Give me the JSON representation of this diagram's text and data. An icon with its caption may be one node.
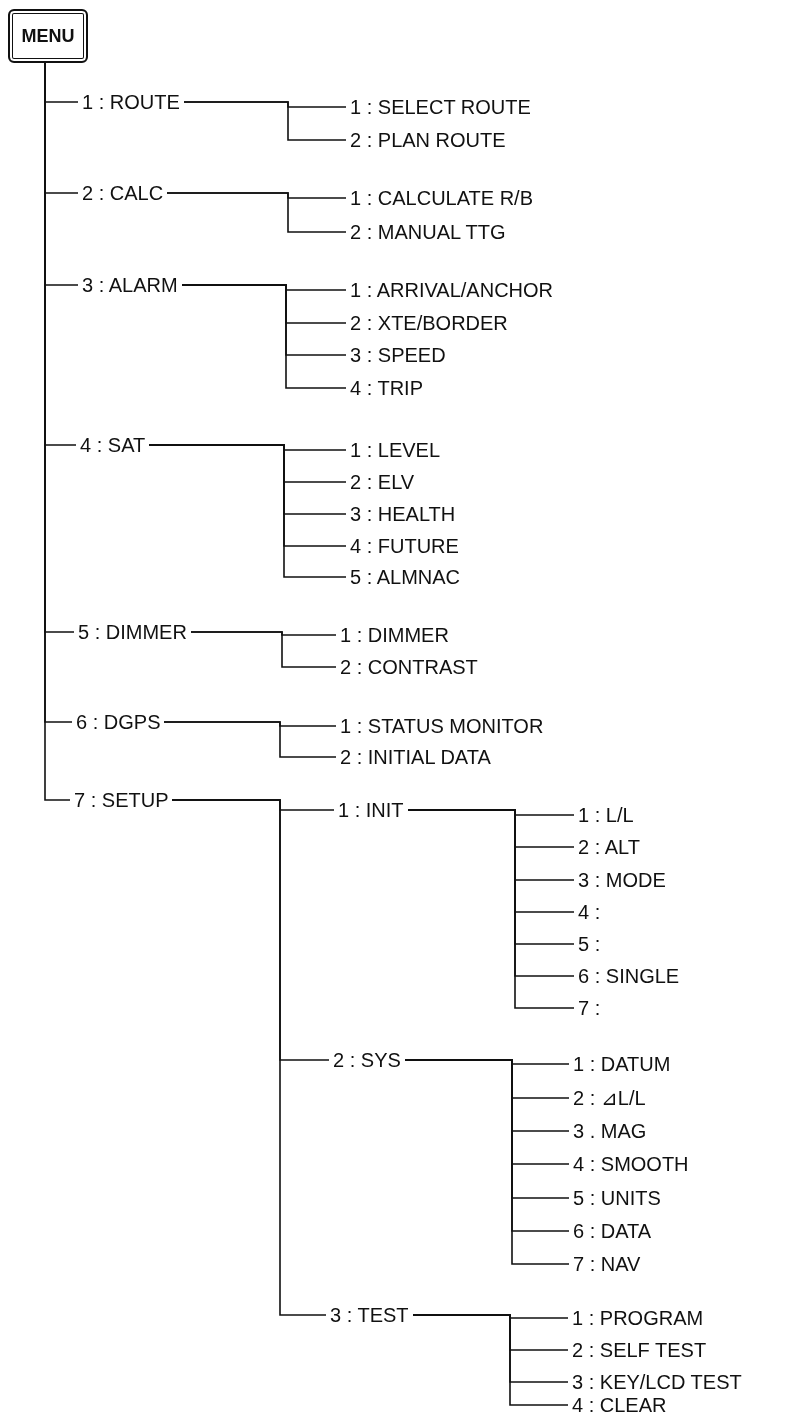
{
  "diagram": {
    "nodes": [
      {
        "text": [
          "MENU"
        ]
      },
      {
        "text": [
          "1 : ROUTE"
        ]
      },
      {
        "text": [
          "1 : SELECT ROUTE"
        ]
      },
      {
        "text": [
          "2 : PLAN ROUTE"
        ]
      },
      {
        "text": [
          "2 : CALC"
        ]
      },
      {
        "text": [
          "1 : CALCULATE R/B"
        ]
      },
      {
        "text": [
          "2 : MANUAL TTG"
        ]
      },
      {
        "text": [
          "3 : ALARM"
        ]
      },
      {
        "text": [
          "1 : ARRIVAL/ANCHOR"
        ]
      },
      {
        "text": [
          "2 : XTE/BORDER"
        ]
      },
      {
        "text": [
          "3 : SPEED"
        ]
      },
      {
        "text": [
          "4 : TRIP"
        ]
      },
      {
        "text": [
          "4 : SAT"
        ]
      },
      {
        "text": [
          "1 : LEVEL"
        ]
      },
      {
        "text": [
          "2 : ELV"
        ]
      },
      {
        "text": [
          "3 : HEALTH"
        ]
      },
      {
        "text": [
          "4 : FUTURE"
        ]
      },
      {
        "text": [
          "5 : ALMNAC"
        ]
      },
      {
        "text": [
          "5 : DIMMER"
        ]
      },
      {
        "text": [
          "1 : DIMMER"
        ]
      },
      {
        "text": [
          "2 : CONTRAST"
        ]
      },
      {
        "text": [
          "6 : DGPS"
        ]
      },
      {
        "text": [
          "1 : STATUS MONITOR"
        ]
      },
      {
        "text": [
          "2 : INITIAL DATA"
        ]
      },
      {
        "text": [
          "7 : SETUP"
        ]
      },
      {
        "text": [
          "1 : INIT"
        ]
      },
      {
        "text": [
          "1 : L/L"
        ]
      },
      {
        "text": [
          "2 : ALT"
        ]
      },
      {
        "text": [
          "3 : MODE"
        ]
      },
      {
        "text": [
          "4 :"
        ]
      },
      {
        "text": [
          "5 :"
        ]
      },
      {
        "text": [
          "6 : SINGLE"
        ]
      },
      {
        "text": [
          "7 :"
        ]
      },
      {
        "text": [
          "2 : SYS"
        ]
      },
      {
        "text": [
          "1 : DATUM"
        ]
      },
      {
        "text": [
          "2 : ⊿L/L"
        ]
      },
      {
        "text": [
          "3 . MAG"
        ]
      },
      {
        "text": [
          "4 : SMOOTH"
        ]
      },
      {
        "text": [
          "5 : UNITS"
        ]
      },
      {
        "text": [
          "6 : DATA"
        ]
      },
      {
        "text": [
          "7 : NAV"
        ]
      },
      {
        "text": [
          "3 : TEST"
        ]
      },
      {
        "text": [
          "1 : PROGRAM"
        ]
      },
      {
        "text": [
          "2 : SELF TEST"
        ]
      },
      {
        "text": [
          "3 : KEY/LCD TEST"
        ]
      },
      {
        "text": [
          "4 : CLEAR"
        ]
      }
    ],
    "edges": [
      {
        "from": 0,
        "to": 1,
        "arrow": "none"
      },
      {
        "from": 1,
        "to": 2,
        "arrow": "none"
      },
      {
        "from": 1,
        "to": 3,
        "arrow": "none"
      },
      {
        "from": 0,
        "to": 4,
        "arrow": "none"
      },
      {
        "from": 4,
        "to": 5,
        "arrow": "none"
      },
      {
        "from": 4,
        "to": 6,
        "arrow": "none"
      },
      {
        "from": 0,
        "to": 7,
        "arrow": "none"
      },
      {
        "from": 7,
        "to": 8,
        "arrow": "none"
      },
      {
        "from": 7,
        "to": 9,
        "arrow": "none"
      },
      {
        "from": 7,
        "to": 10,
        "arrow": "none"
      },
      {
        "from": 7,
        "to": 11,
        "arrow": "none"
      },
      {
        "from": 0,
        "to": 12,
        "arrow": "none"
      },
      {
        "from": 12,
        "to": 13,
        "arrow": "none"
      },
      {
        "from": 12,
        "to": 14,
        "arrow": "none"
      },
      {
        "from": 12,
        "to": 15,
        "arrow": "none"
      },
      {
        "from": 12,
        "to": 16,
        "arrow": "none"
      },
      {
        "from": 12,
        "to": 17,
        "arrow": "none"
      },
      {
        "from": 0,
        "to": 18,
        "arrow": "none"
      },
      {
        "from": 18,
        "to": 19,
        "arrow": "none"
      },
      {
        "from": 18,
        "to": 20,
        "arrow": "none"
      },
      {
        "from": 0,
        "to": 21,
        "arrow": "none"
      },
      {
        "from": 21,
        "to": 22,
        "arrow": "none"
      },
      {
        "from": 21,
        "to": 23,
        "arrow": "none"
      },
      {
        "from": 0,
        "to": 24,
        "arrow": "none"
      },
      {
        "from": 24,
        "to": 25,
        "arrow": "none"
      },
      {
        "from": 25,
        "to": 26,
        "arrow": "none"
      },
      {
        "from": 25,
        "to": 27,
        "arrow": "none"
      },
      {
        "from": 25,
        "to": 28,
        "arrow": "none"
      },
      {
        "from": 25,
        "to": 29,
        "arrow": "none"
      },
      {
        "from": 25,
        "to": 30,
        "arrow": "none"
      },
      {
        "from": 25,
        "to": 31,
        "arrow": "none"
      },
      {
        "from": 25,
        "to": 32,
        "arrow": "none"
      },
      {
        "from": 24,
        "to": 33,
        "arrow": "none"
      },
      {
        "from": 33,
        "to": 34,
        "arrow": "none"
      },
      {
        "from": 33,
        "to": 35,
        "arrow": "none"
      },
      {
        "from": 33,
        "to": 36,
        "arrow": "none"
      },
      {
        "from": 33,
        "to": 37,
        "arrow": "none"
      },
      {
        "from": 33,
        "to": 38,
        "arrow": "none"
      },
      {
        "from": 33,
        "to": 39,
        "arrow": "none"
      },
      {
        "from": 33,
        "to": 40,
        "arrow": "none"
      },
      {
        "from": 24,
        "to": 41,
        "arrow": "none"
      },
      {
        "from": 41,
        "to": 42,
        "arrow": "none"
      },
      {
        "from": 41,
        "to": 43,
        "arrow": "none"
      },
      {
        "from": 41,
        "to": 44,
        "arrow": "none"
      },
      {
        "from": 41,
        "to": 45,
        "arrow": "none"
      }
    ]
  }
}
